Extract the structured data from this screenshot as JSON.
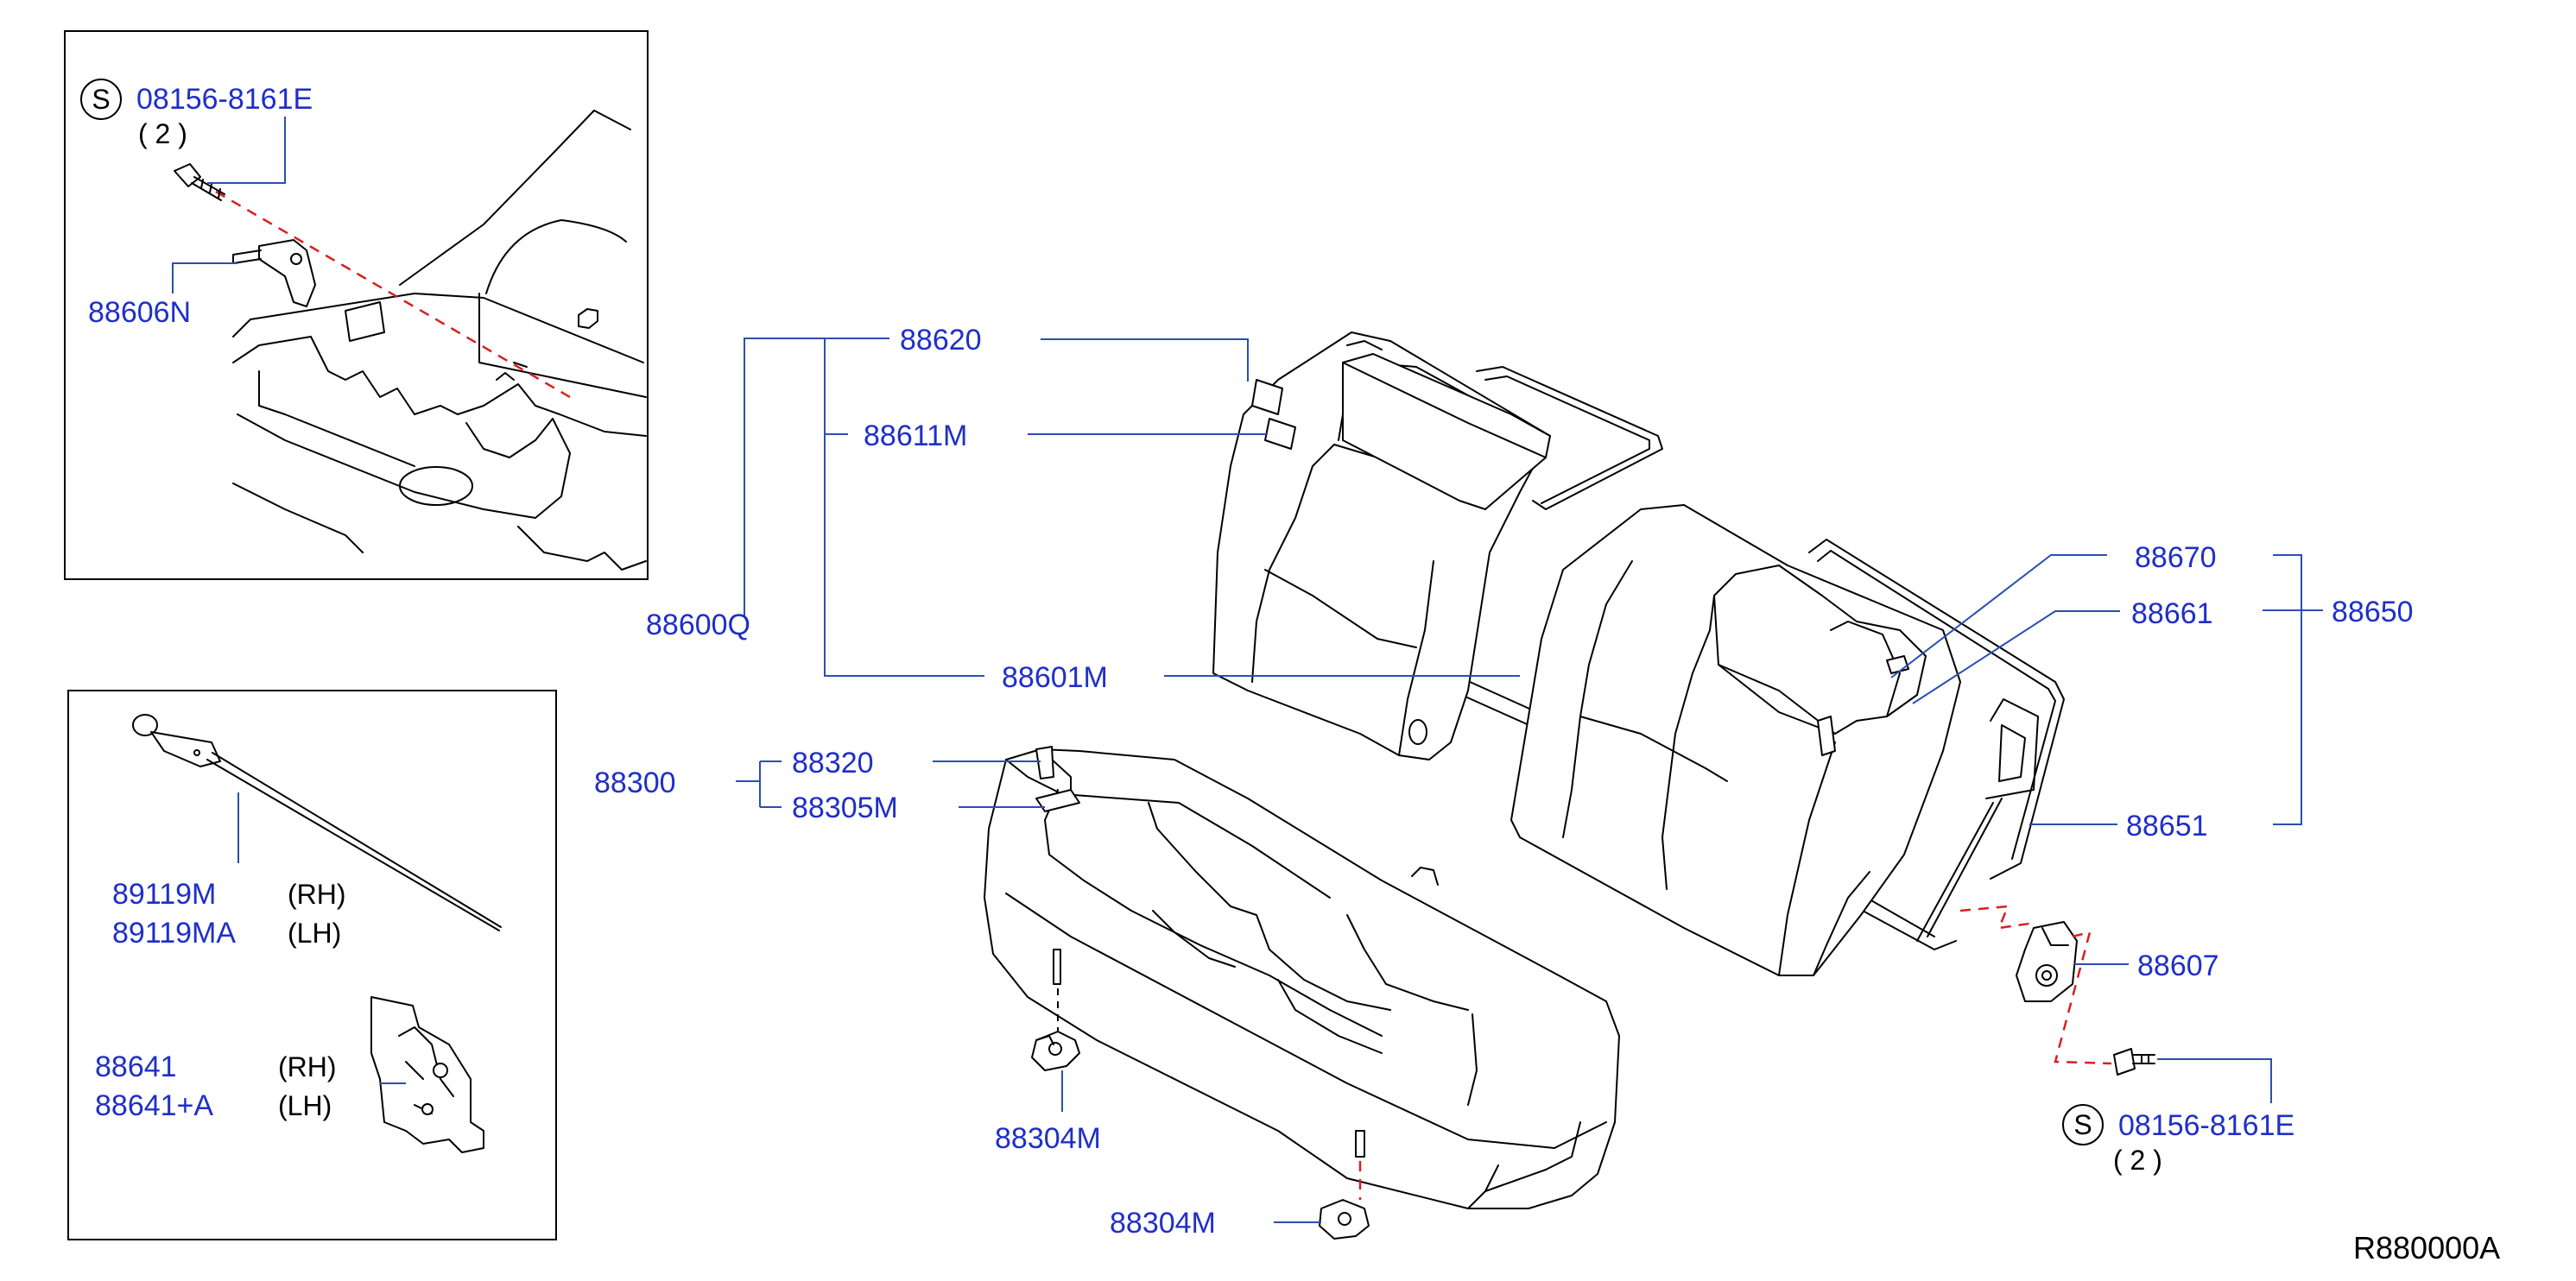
{
  "drawing_ref": "R880000A",
  "colors": {
    "part_number": "#1f2fc8",
    "leader": "#2a4fb0",
    "fastener_path": "#d81f1f"
  },
  "inset_top": {
    "symbol": "S",
    "bolt_part": "08156-8161E",
    "bolt_qty": "( 2 )",
    "hook_part": "88606N"
  },
  "inset_bottom": {
    "wire_rh": "89119M",
    "wire_rh_side": "(RH)",
    "wire_lh": "89119MA",
    "wire_lh_side": "(LH)",
    "bracket_rh": "88641",
    "bracket_rh_side": "(RH)",
    "bracket_lh": "88641+A",
    "bracket_lh_side": "(LH)"
  },
  "main": {
    "seat_assembly": "88600Q",
    "back_trim": "88620",
    "back_label": "88611M",
    "back_assembly": "88601M",
    "cushion_assembly": "88300",
    "cushion_trim": "88320",
    "cushion_label": "88305M",
    "hook_upper": "88304M",
    "hook_lower": "88304M",
    "side_trim": "88670",
    "side_label": "88661",
    "side_assembly": "88650",
    "side_frame": "88651",
    "bracket": "88607",
    "symbol": "S",
    "bolt_part": "08156-8161E",
    "bolt_qty": "( 2 )"
  }
}
